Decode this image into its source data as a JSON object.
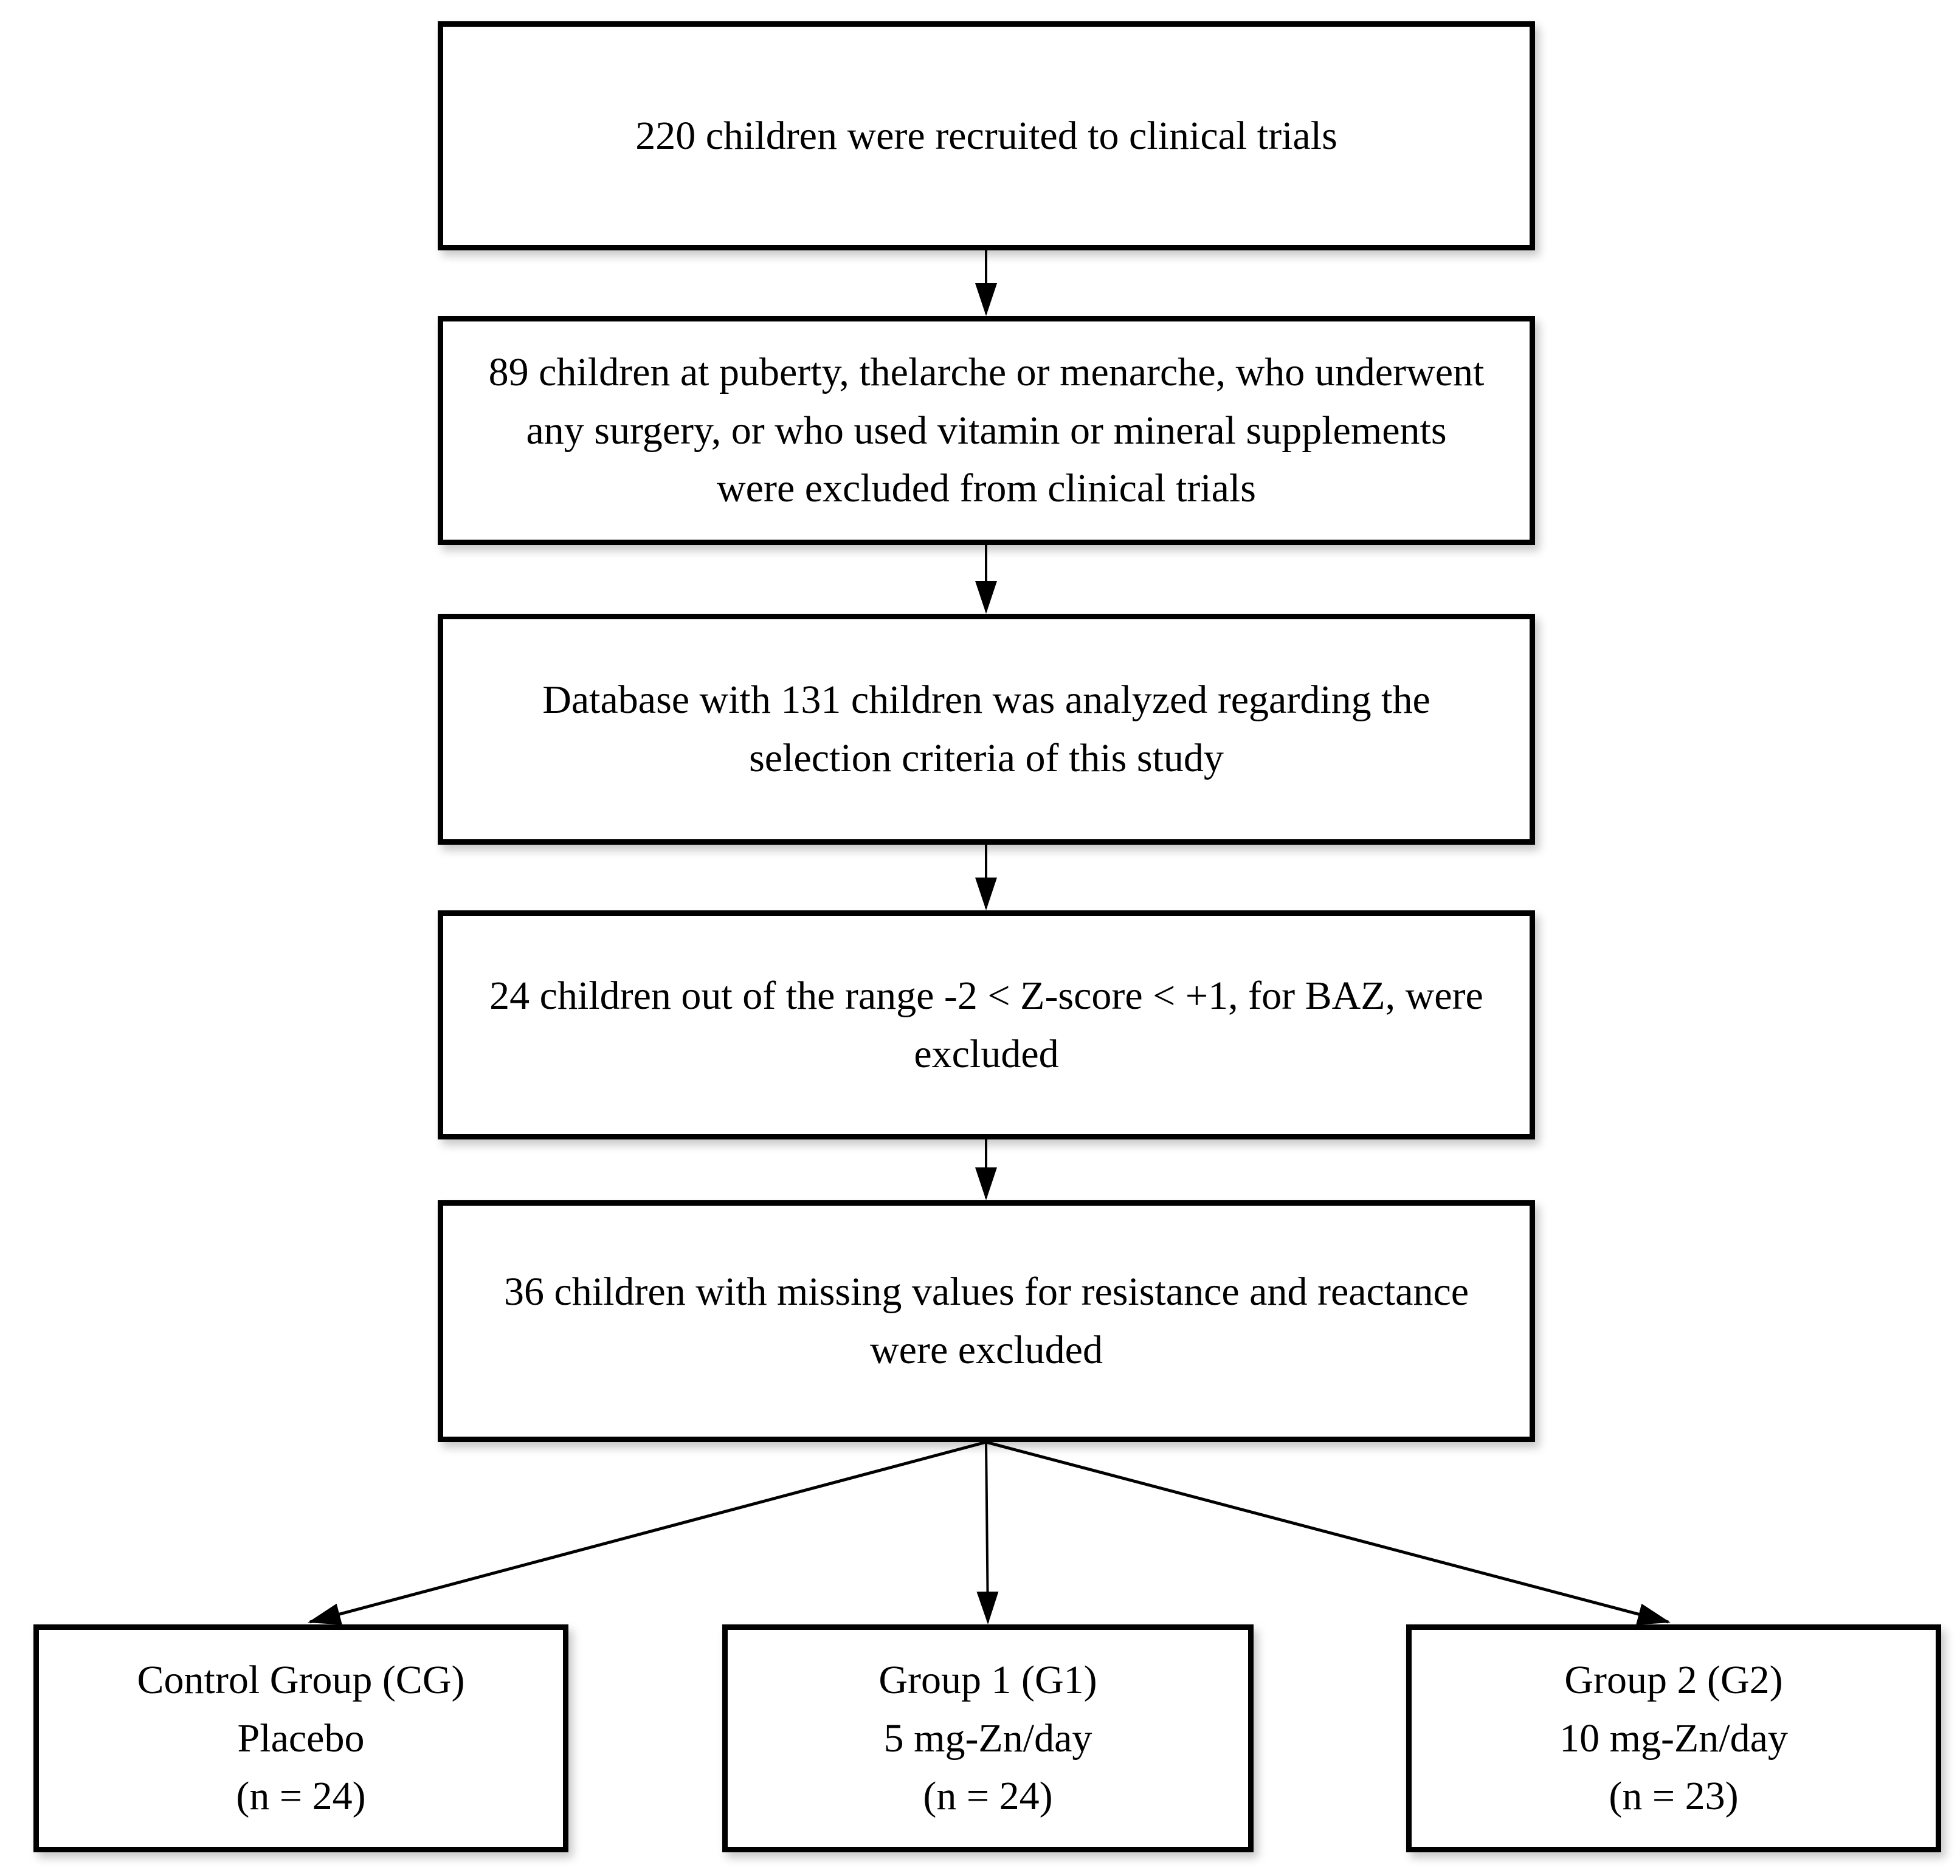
{
  "diagram": {
    "flow_boxes": [
      {
        "id": "recruited",
        "text": "220 children were recruited to clinical trials"
      },
      {
        "id": "excluded89",
        "text": "89 children at puberty, thelarche or menarche, who underwent any surgery, or who used vitamin or mineral supplements were excluded from clinical trials"
      },
      {
        "id": "database",
        "text": "Database with 131 children was analyzed regarding the selection criteria of this study"
      },
      {
        "id": "excluded24",
        "text": "24 children out of the range -2 < Z-score < +1, for BAZ, were excluded"
      },
      {
        "id": "excluded36",
        "text": "36 children with missing values for resistance and reactance were excluded"
      }
    ],
    "group_boxes": [
      {
        "id": "control",
        "lines": [
          "Control Group (CG)",
          "Placebo",
          "(n = 24)"
        ]
      },
      {
        "id": "group1",
        "lines": [
          "Group 1 (G1)",
          "5 mg-Zn/day",
          "(n = 24)"
        ]
      },
      {
        "id": "group2",
        "lines": [
          "Group 2 (G2)",
          "10 mg-Zn/day",
          "(n = 23)"
        ]
      }
    ],
    "colors": {
      "border": "#000000",
      "background": "#ffffff",
      "text": "#000000"
    }
  }
}
